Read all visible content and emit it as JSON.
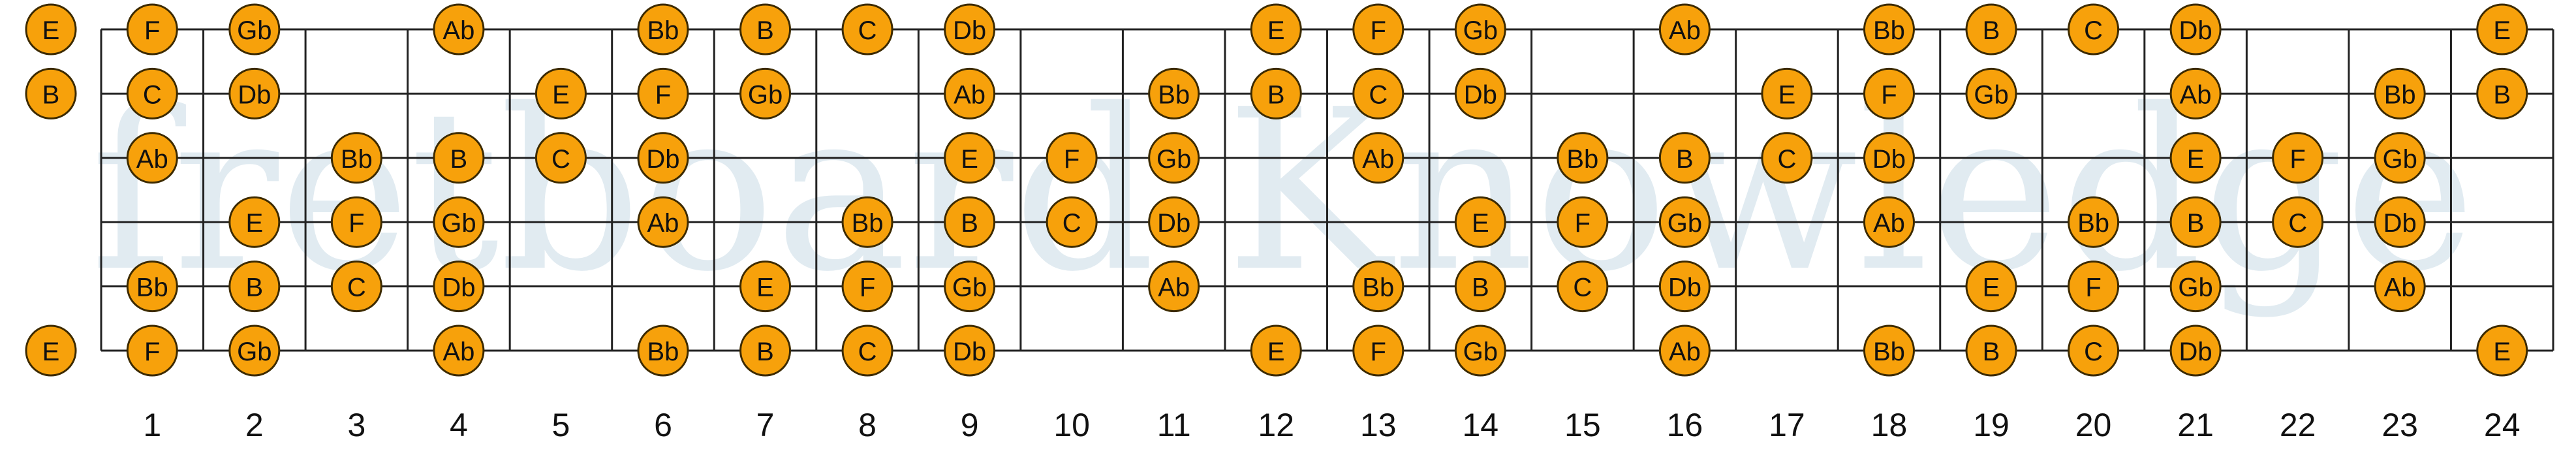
{
  "watermark": "fretboard Knowledge",
  "colors": {
    "note_fill": "#F7A10B",
    "note_stroke": "#3C2A00",
    "line": "#222222",
    "watermark": "#DCE7EF",
    "text": "#111111"
  },
  "fret_numbers": [
    "1",
    "2",
    "3",
    "4",
    "5",
    "6",
    "7",
    "8",
    "9",
    "10",
    "11",
    "12",
    "13",
    "14",
    "15",
    "16",
    "17",
    "18",
    "19",
    "20",
    "21",
    "22",
    "23",
    "24"
  ],
  "strings": [
    {
      "open": "E",
      "frets": [
        "F",
        "Gb",
        "",
        "Ab",
        "",
        "Bb",
        "B",
        "C",
        "Db",
        "",
        "",
        "E",
        "F",
        "Gb",
        "",
        "Ab",
        "",
        "Bb",
        "B",
        "C",
        "Db",
        "",
        "",
        "E"
      ]
    },
    {
      "open": "B",
      "frets": [
        "C",
        "Db",
        "",
        "",
        "E",
        "F",
        "Gb",
        "",
        "Ab",
        "",
        "Bb",
        "B",
        "C",
        "Db",
        "",
        "",
        "E",
        "F",
        "Gb",
        "",
        "Ab",
        "",
        "Bb",
        "B"
      ]
    },
    {
      "open": "",
      "frets": [
        "Ab",
        "",
        "Bb",
        "B",
        "C",
        "Db",
        "",
        "",
        "E",
        "F",
        "Gb",
        "",
        "Ab",
        "",
        "Bb",
        "B",
        "C",
        "Db",
        "",
        "",
        "E",
        "F",
        "Gb",
        ""
      ]
    },
    {
      "open": "",
      "frets": [
        "",
        "E",
        "F",
        "Gb",
        "",
        "Ab",
        "",
        "Bb",
        "B",
        "C",
        "Db",
        "",
        "",
        "E",
        "F",
        "Gb",
        "",
        "Ab",
        "",
        "Bb",
        "B",
        "C",
        "Db",
        ""
      ]
    },
    {
      "open": "",
      "frets": [
        "Bb",
        "B",
        "C",
        "Db",
        "",
        "",
        "E",
        "F",
        "Gb",
        "",
        "Ab",
        "",
        "Bb",
        "B",
        "C",
        "Db",
        "",
        "",
        "E",
        "F",
        "Gb",
        "",
        "Ab",
        ""
      ]
    },
    {
      "open": "E",
      "frets": [
        "F",
        "Gb",
        "",
        "Ab",
        "",
        "Bb",
        "B",
        "C",
        "Db",
        "",
        "",
        "E",
        "F",
        "Gb",
        "",
        "Ab",
        "",
        "Bb",
        "B",
        "C",
        "Db",
        "",
        "",
        "E"
      ]
    }
  ]
}
